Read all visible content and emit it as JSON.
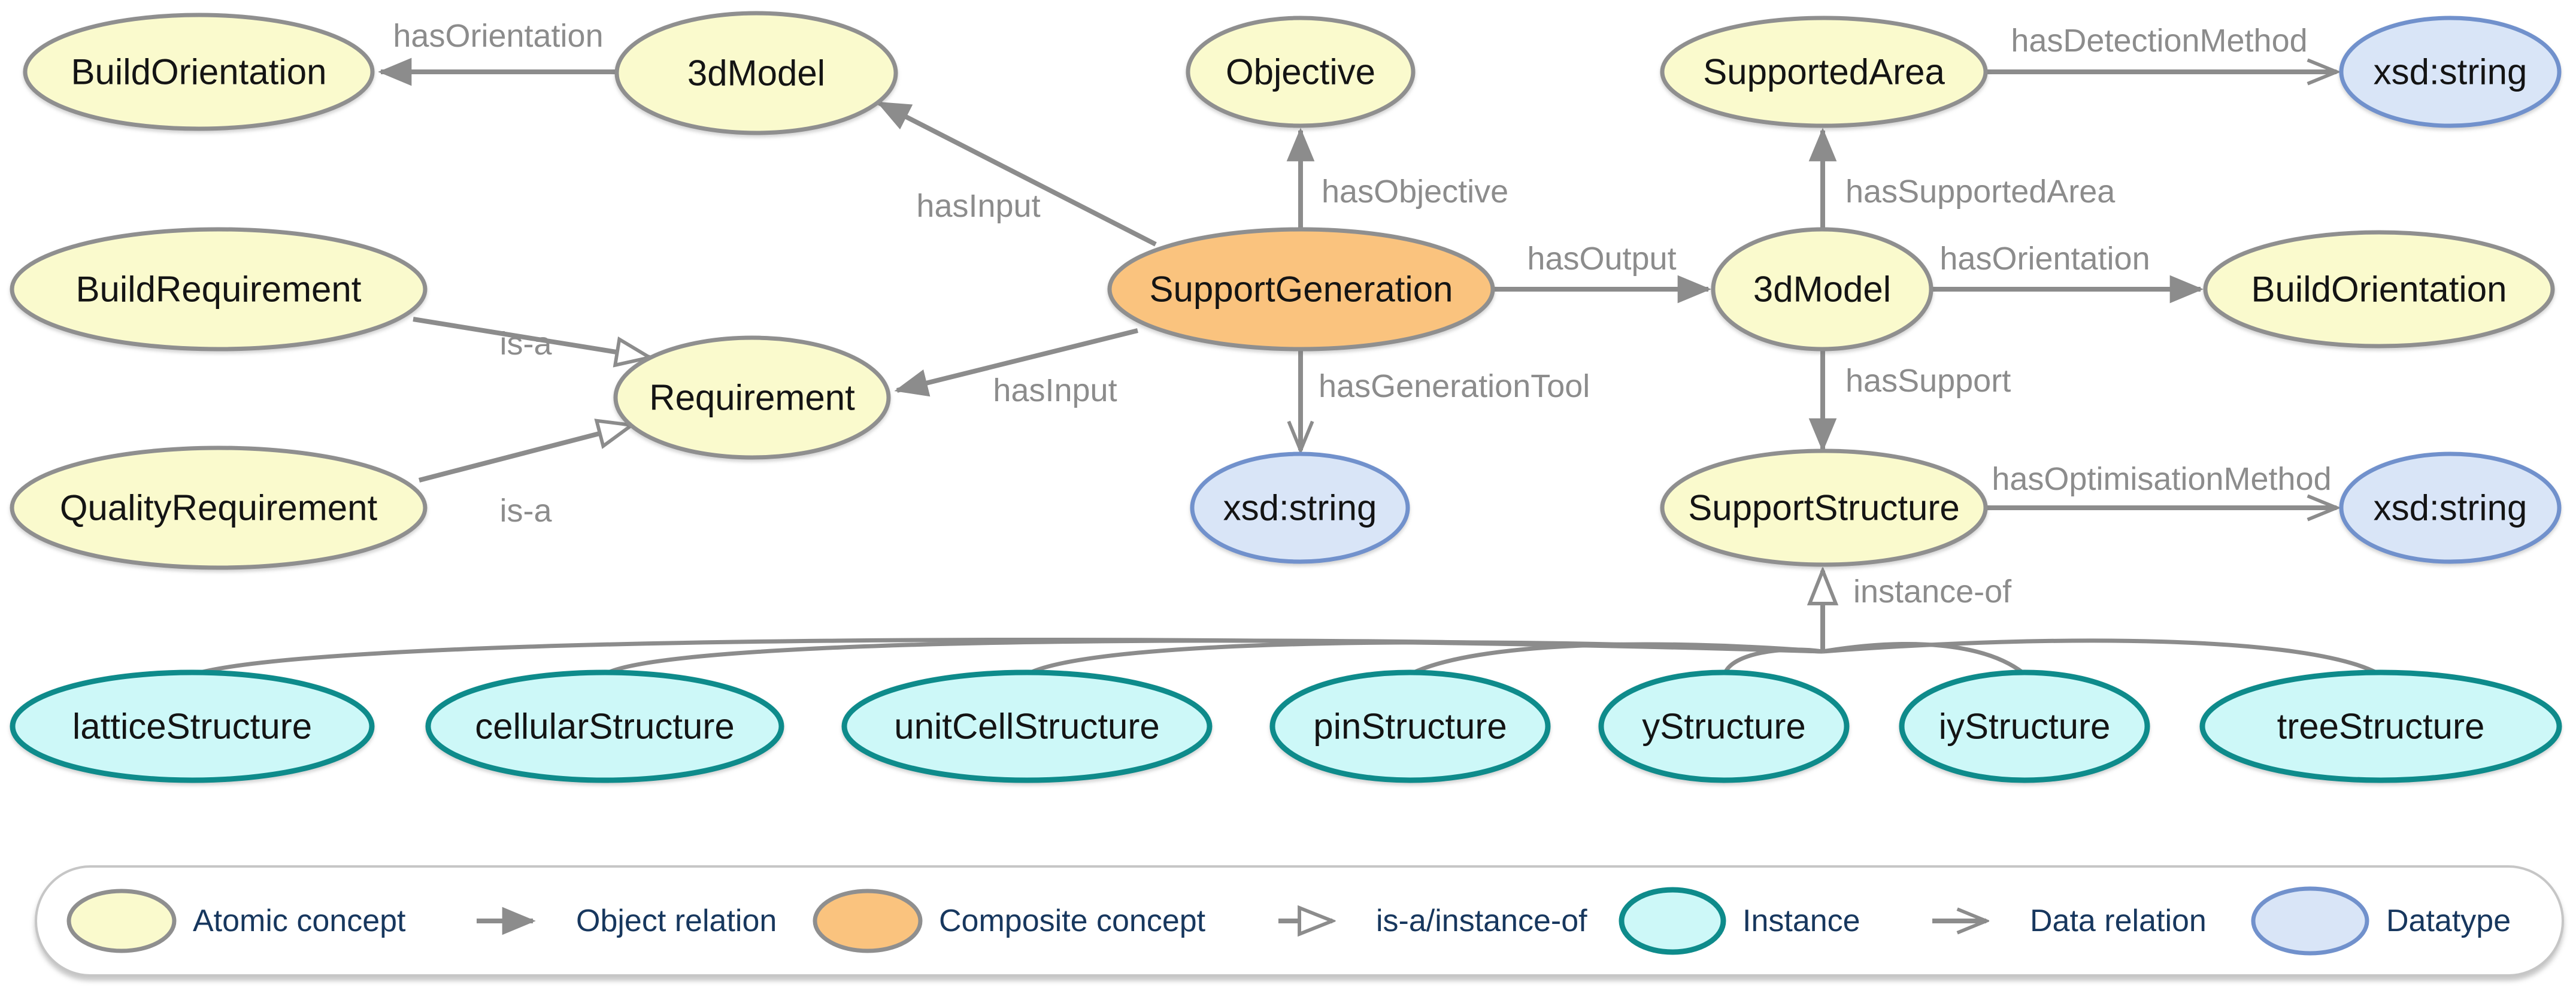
{
  "colors": {
    "atomic-fill": "#FAFACD",
    "composite-fill": "#FAC37E",
    "instance-fill": "#CDF8F8",
    "datatype-fill": "#D9E5F7",
    "node-border": "#8F8F8F",
    "instance-border": "#0E8B8B",
    "datatype-border": "#7191CC",
    "line": "#8C8C8C",
    "legend-text": "#17375E"
  },
  "nodes": [
    {
      "label": "BuildOrientation",
      "type": "atomic"
    },
    {
      "label": "3dModel",
      "type": "atomic"
    },
    {
      "label": "Objective",
      "type": "atomic"
    },
    {
      "label": "SupportedArea",
      "type": "atomic"
    },
    {
      "label": "xsd:string",
      "type": "datatype"
    },
    {
      "label": "BuildRequirement",
      "type": "atomic"
    },
    {
      "label": "SupportGeneration",
      "type": "composite"
    },
    {
      "label": "3dModel",
      "type": "atomic"
    },
    {
      "label": "BuildOrientation",
      "type": "atomic"
    },
    {
      "label": "Requirement",
      "type": "atomic"
    },
    {
      "label": "QualityRequirement",
      "type": "atomic"
    },
    {
      "label": "xsd:string",
      "type": "datatype"
    },
    {
      "label": "SupportStructure",
      "type": "atomic"
    },
    {
      "label": "xsd:string",
      "type": "datatype"
    },
    {
      "label": "latticeStructure",
      "type": "instance"
    },
    {
      "label": "cellularStructure",
      "type": "instance"
    },
    {
      "label": "unitCellStructure",
      "type": "instance"
    },
    {
      "label": "pinStructure",
      "type": "instance"
    },
    {
      "label": "yStructure",
      "type": "instance"
    },
    {
      "label": "iyStructure",
      "type": "instance"
    },
    {
      "label": "treeStructure",
      "type": "instance"
    }
  ],
  "edges": [
    {
      "label": "hasOrientation",
      "kind": "object"
    },
    {
      "label": "hasInput",
      "kind": "object"
    },
    {
      "label": "hasObjective",
      "kind": "object"
    },
    {
      "label": "hasInput",
      "kind": "object"
    },
    {
      "label": "hasGenerationTool",
      "kind": "data"
    },
    {
      "label": "hasOutput",
      "kind": "object"
    },
    {
      "label": "hasSupportedArea",
      "kind": "object"
    },
    {
      "label": "hasOrientation",
      "kind": "object"
    },
    {
      "label": "hasSupport",
      "kind": "object"
    },
    {
      "label": "hasDetectionMethod",
      "kind": "data"
    },
    {
      "label": "hasOptimisationMethod",
      "kind": "data"
    },
    {
      "label": "is-a",
      "kind": "isa"
    },
    {
      "label": "is-a",
      "kind": "isa"
    },
    {
      "label": "instance-of",
      "kind": "isa"
    }
  ],
  "legend": {
    "items": [
      {
        "label": "Atomic concept",
        "swatch": "atomic"
      },
      {
        "label": "Object relation",
        "swatch": "object-arrow"
      },
      {
        "label": "Composite concept",
        "swatch": "composite"
      },
      {
        "label": "is-a/instance-of",
        "swatch": "isa-arrow"
      },
      {
        "label": "Instance",
        "swatch": "instance"
      },
      {
        "label": "Data relation",
        "swatch": "data-arrow"
      },
      {
        "label": "Datatype",
        "swatch": "datatype"
      }
    ]
  }
}
